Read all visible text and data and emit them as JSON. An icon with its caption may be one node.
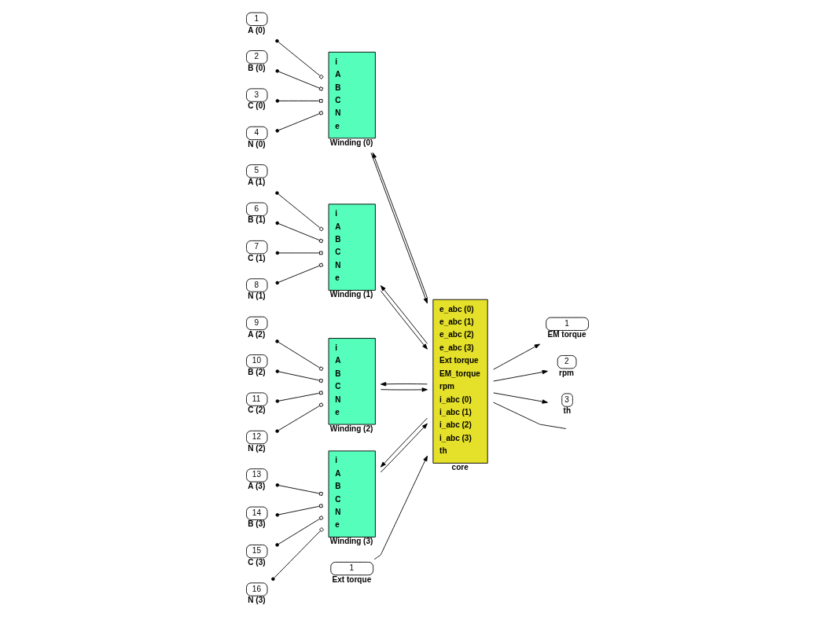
{
  "diagram": {
    "nodes": [
      {
        "text": [
          "e_abc (0)",
          "e_abc (1)",
          "e_abc (2)",
          "e_abc (3)",
          "Ext torque",
          "EM_torque",
          "rpm",
          "i_abc (0)",
          "i_abc (1)",
          "i_abc (2)",
          "i_abc (3)",
          "th"
        ],
        "beside": [
          "core"
        ]
      },
      {
        "text": [
          "i",
          "A",
          "B",
          "C",
          "N",
          "e"
        ],
        "beside": [
          "Winding (0)"
        ]
      },
      {
        "text": [
          "i",
          "A",
          "B",
          "C",
          "N",
          "e"
        ],
        "beside": [
          "Winding (1)"
        ]
      },
      {
        "text": [
          "i",
          "A",
          "B",
          "C",
          "N",
          "e"
        ],
        "beside": [
          "Winding (2)"
        ]
      },
      {
        "text": [
          "i",
          "A",
          "B",
          "C",
          "N",
          "e"
        ],
        "beside": [
          "Winding (3)"
        ]
      },
      {
        "text": [
          "1"
        ],
        "beside": [
          "A (0)"
        ]
      },
      {
        "text": [
          "2"
        ],
        "beside": [
          "B (0)"
        ]
      },
      {
        "text": [
          "3"
        ],
        "beside": [
          "C (0)"
        ]
      },
      {
        "text": [
          "4"
        ],
        "beside": [
          "N (0)"
        ]
      },
      {
        "text": [
          "5"
        ],
        "beside": [
          "A (1)"
        ]
      },
      {
        "text": [
          "6"
        ],
        "beside": [
          "B (1)"
        ]
      },
      {
        "text": [
          "7"
        ],
        "beside": [
          "C (1)"
        ]
      },
      {
        "text": [
          "8"
        ],
        "beside": [
          "N (1)"
        ]
      },
      {
        "text": [
          "9"
        ],
        "beside": [
          "A (2)"
        ]
      },
      {
        "text": [
          "10"
        ],
        "beside": [
          "B (2)"
        ]
      },
      {
        "text": [
          "11"
        ],
        "beside": [
          "C (2)"
        ]
      },
      {
        "text": [
          "12"
        ],
        "beside": [
          "N (2)"
        ]
      },
      {
        "text": [
          "13"
        ],
        "beside": [
          "A (3)"
        ]
      },
      {
        "text": [
          "14"
        ],
        "beside": [
          "B (3)"
        ]
      },
      {
        "text": [
          "15"
        ],
        "beside": [
          "C (3)"
        ]
      },
      {
        "text": [
          "16"
        ],
        "beside": [
          "N (3)"
        ]
      },
      {
        "text": [
          "1"
        ],
        "beside": [
          "Ext torque"
        ]
      },
      {
        "text": [
          "1"
        ],
        "beside": [
          "EM torque"
        ]
      },
      {
        "text": [
          "2"
        ],
        "beside": [
          "rpm"
        ]
      },
      {
        "text": [
          "3"
        ],
        "beside": [
          "th"
        ]
      }
    ],
    "edges": [
      {
        "from": 5,
        "to": 1,
        "arrow": "other"
      },
      {
        "from": 6,
        "to": 1,
        "arrow": "other"
      },
      {
        "from": 7,
        "to": 1,
        "arrow": "other"
      },
      {
        "from": 8,
        "to": 1,
        "arrow": "other"
      },
      {
        "from": 9,
        "to": 2,
        "arrow": "other"
      },
      {
        "from": 10,
        "to": 2,
        "arrow": "other"
      },
      {
        "from": 11,
        "to": 2,
        "arrow": "other"
      },
      {
        "from": 12,
        "to": 2,
        "arrow": "other"
      },
      {
        "from": 13,
        "to": 3,
        "arrow": "other"
      },
      {
        "from": 14,
        "to": 3,
        "arrow": "other"
      },
      {
        "from": 15,
        "to": 3,
        "arrow": "other"
      },
      {
        "from": 16,
        "to": 3,
        "arrow": "other"
      },
      {
        "from": 17,
        "to": 4,
        "arrow": "other"
      },
      {
        "from": 18,
        "to": 4,
        "arrow": "other"
      },
      {
        "from": 19,
        "to": 4,
        "arrow": "other"
      },
      {
        "from": 20,
        "to": 4,
        "arrow": "other"
      },
      {
        "from": 1,
        "to": 0,
        "arrow": "to"
      },
      {
        "from": 2,
        "to": 0,
        "arrow": "to"
      },
      {
        "from": 3,
        "to": 0,
        "arrow": "to"
      },
      {
        "from": 4,
        "to": 0,
        "arrow": "to"
      },
      {
        "from": 21,
        "to": 0,
        "arrow": "to"
      },
      {
        "from": 0,
        "to": 22,
        "arrow": "to"
      },
      {
        "from": 0,
        "to": 23,
        "arrow": "to"
      },
      {
        "from": 0,
        "to": 1,
        "arrow": "to"
      },
      {
        "from": 0,
        "to": 2,
        "arrow": "to"
      },
      {
        "from": 0,
        "to": 3,
        "arrow": "to"
      },
      {
        "from": 0,
        "to": 4,
        "arrow": "to"
      },
      {
        "from": 0,
        "to": null,
        "arrow": "none"
      },
      {
        "from": 0,
        "to": 24,
        "arrow": "to"
      }
    ]
  }
}
